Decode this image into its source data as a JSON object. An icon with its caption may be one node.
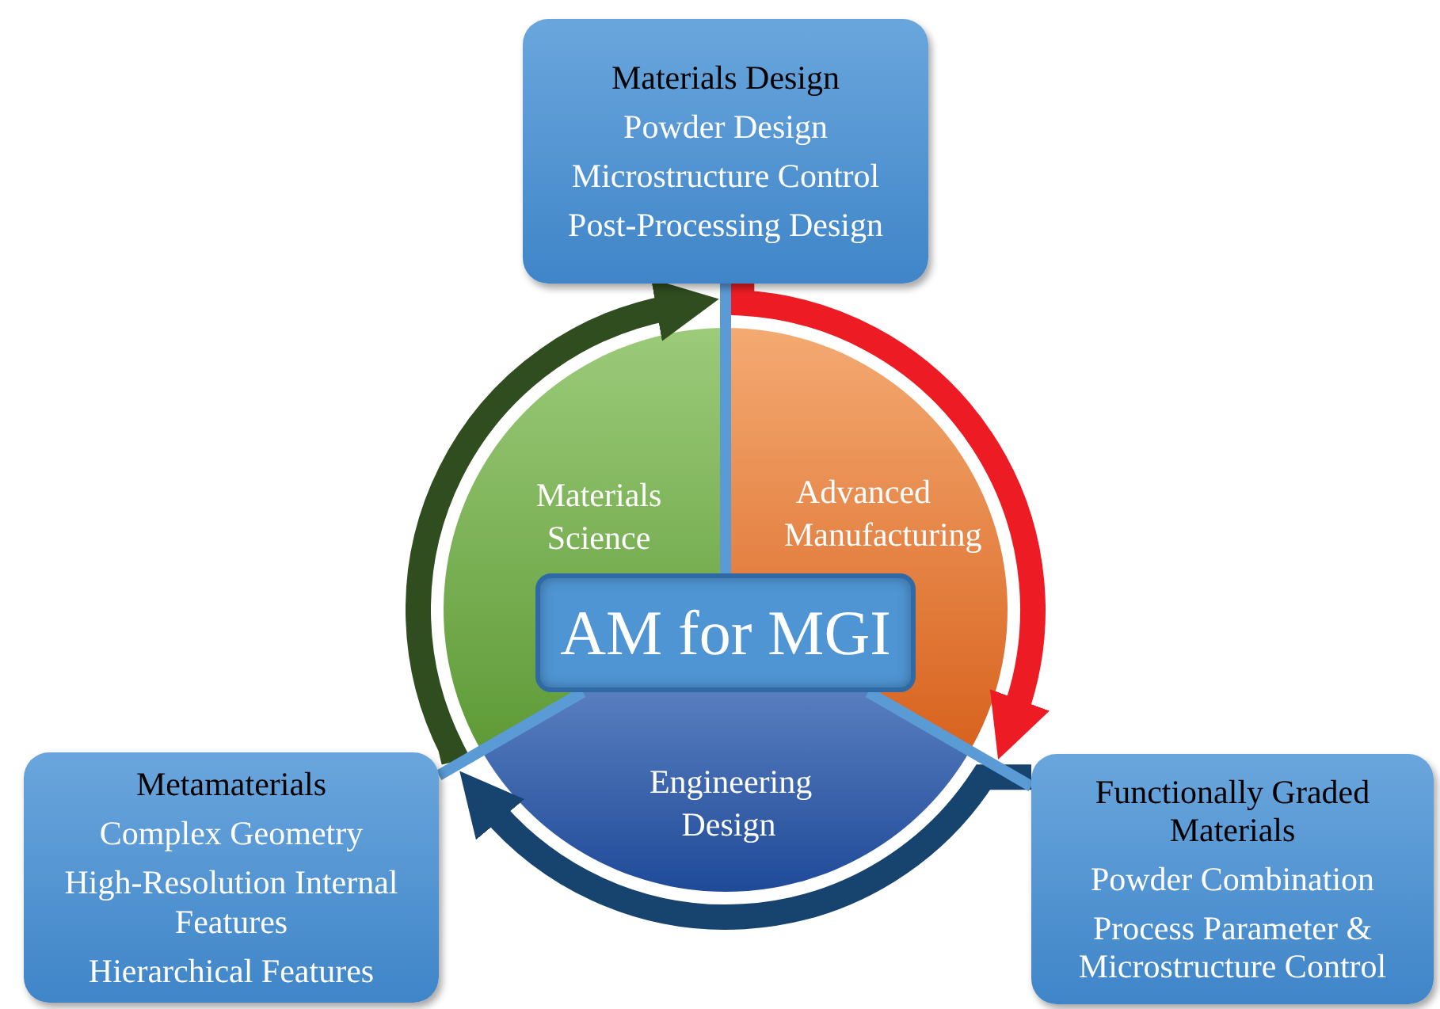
{
  "diagram": {
    "nodes": [
      {
        "text": [
          "Materials Design",
          "Powder Design",
          "Microstructure Control",
          "Post-Processing Design"
        ]
      },
      {
        "text": [
          "Materials Science"
        ]
      },
      {
        "text": [
          "Advanced Manufacturing"
        ]
      },
      {
        "text": [
          "Engineering Design"
        ]
      },
      {
        "text": [
          "AM for MGI"
        ]
      },
      {
        "text": [
          "Metamaterials",
          "Complex Geometry",
          "High-Resolution Internal Features",
          "Hierarchical Features"
        ]
      },
      {
        "text": [
          "Functionally Graded Materials",
          "Powder Combination",
          "Process Parameter & Microstructure Control"
        ]
      }
    ],
    "edges": [
      {
        "from": 5,
        "to": 0,
        "arrow": "to",
        "style": "thick",
        "color": "#2f4d1f"
      },
      {
        "from": 0,
        "to": 6,
        "arrow": "to",
        "style": "thick",
        "color": "#ed1c24"
      },
      {
        "from": 6,
        "to": 5,
        "arrow": "to",
        "style": "thick",
        "color": "#17436f"
      },
      {
        "from": 4,
        "to": 0,
        "arrow": "none",
        "color": "#5b9bd5"
      },
      {
        "from": 4,
        "to": 5,
        "arrow": "none",
        "color": "#5b9bd5"
      },
      {
        "from": 4,
        "to": 6,
        "arrow": "none",
        "color": "#5b9bd5"
      }
    ]
  }
}
